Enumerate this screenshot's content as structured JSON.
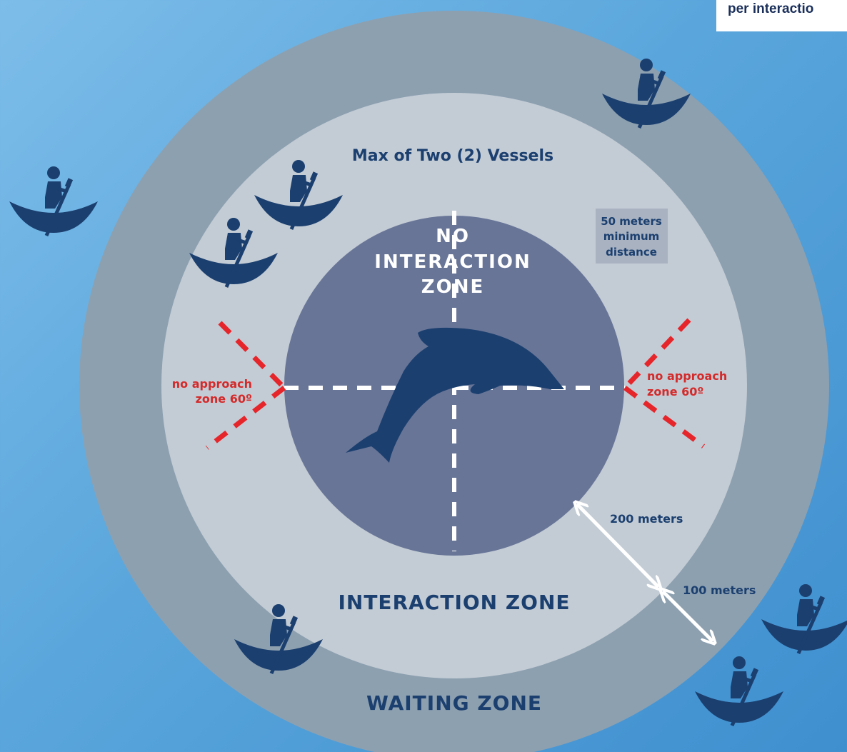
{
  "corner_note": "per interactio",
  "zones": {
    "no_interaction_line1": "NO",
    "no_interaction_line2": "INTERACTION",
    "no_interaction_line3": "ZONE",
    "interaction": "INTERACTION ZONE",
    "waiting": "WAITING ZONE"
  },
  "max_vessels": "Max of Two (2) Vessels",
  "min_distance": {
    "line1": "50 meters",
    "line2": "minimum",
    "line3": "distance"
  },
  "no_approach_left": {
    "line1": "no approach",
    "line2": "zone 60º"
  },
  "no_approach_right": {
    "line1": "no approach",
    "line2": "zone 60º"
  },
  "distance_200": "200 meters",
  "distance_100": "100 meters",
  "colors": {
    "ocean": "#5aa6dc",
    "waiting_ring": "#8da0b0",
    "interaction_ring": "#c3ccd5",
    "no_interaction_core": "#687597",
    "navy": "#1b3f6f",
    "approach_red": "#e5252a"
  }
}
